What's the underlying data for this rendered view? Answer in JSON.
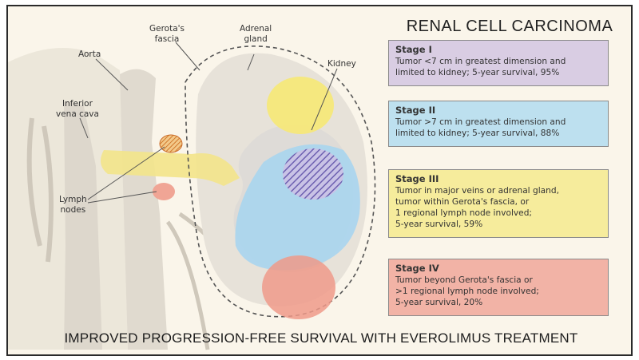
{
  "title": "RENAL CELL CARCINOMA",
  "footer": "IMPROVED PROGRESSION-FREE SURVIVAL WITH EVEROLIMUS TREATMENT",
  "labels": {
    "aorta": "Aorta",
    "gerotas_fascia": "Gerota's\nfascia",
    "adrenal_gland": "Adrenal\ngland",
    "kidney": "Kidney",
    "inferior_vena_cava": "Inferior\nvena cava",
    "lymph_nodes": "Lymph\nnodes"
  },
  "stages": [
    {
      "title": "Stage I",
      "description": "Tumor <7 cm in greatest dimension and\nlimited to kidney; 5-year survival, 95%",
      "color": "#d9cde3"
    },
    {
      "title": "Stage II",
      "description": "Tumor >7 cm in greatest dimension and\nlimited to kidney; 5-year survival, 88%",
      "color": "#bde0ef"
    },
    {
      "title": "Stage III",
      "description": "Tumor in major veins or adrenal gland,\ntumor within Gerota's fascia, or\n1 regional lymph node involved;\n5-year survival, 59%",
      "color": "#f6ec9c"
    },
    {
      "title": "Stage IV",
      "description": "Tumor beyond Gerota's fascia or\n>1 regional lymph node involved;\n5-year survival, 20%",
      "color": "#f2b3a6"
    }
  ]
}
